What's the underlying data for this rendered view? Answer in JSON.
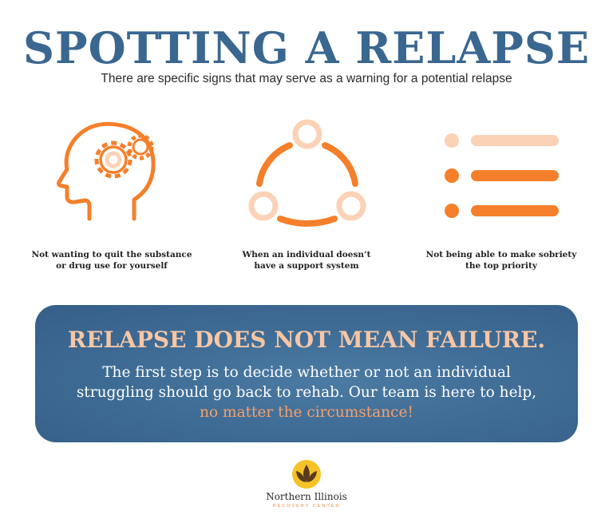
{
  "header": {
    "title": "SPOTTING A RELAPSE",
    "subtitle": "There are specific signs that may serve as a warning for a potential relapse"
  },
  "signs": [
    {
      "icon": "head-gears-icon",
      "caption_line1": "Not wanting to quit the substance",
      "caption_line2": "or drug use for yourself"
    },
    {
      "icon": "support-cycle-icon",
      "caption_line1": "When an individual doesn’t",
      "caption_line2": "have a support system"
    },
    {
      "icon": "priority-list-icon",
      "caption_line1": "Not being able to make sobriety",
      "caption_line2": "the top priority"
    }
  ],
  "banner": {
    "heading": "RELAPSE DOES NOT MEAN FAILURE.",
    "body": "The first step is to decide whether or not an individual struggling should go back to rehab. Our team is here to help,",
    "highlight": "no matter the circumstance!"
  },
  "brand": {
    "name": "Northern Illinois",
    "tagline": "RECOVERY CENTER"
  },
  "colors": {
    "title_blue": "#3a6790",
    "orange": "#f57f2a",
    "peach": "#fbd2b6",
    "banner_blue": "#3f6d96",
    "banner_heading": "#f7c6a5",
    "highlight": "#f7a06b"
  }
}
